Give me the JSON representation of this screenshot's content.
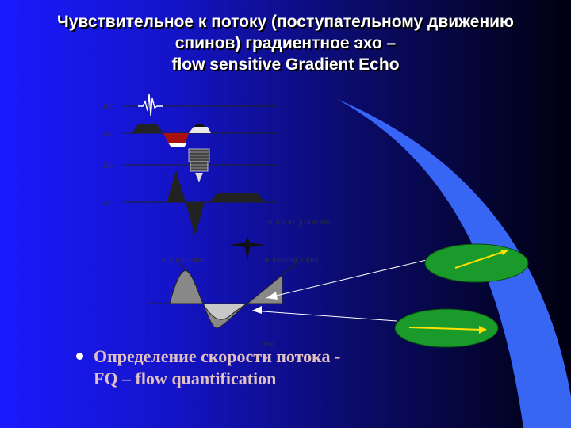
{
  "title": {
    "line1": "Чувствительное к потоку (поступательному движению",
    "line2": "спинов) градиентное эхо –",
    "line3": "flow sensitive Gradient Echo"
  },
  "bullet": {
    "line1": "Определение скорости потока -",
    "line2": "FQ – flow quantification"
  },
  "diagram": {
    "row_labels": [
      "RF",
      "Gs",
      "Gp",
      "Gr"
    ],
    "caption_bipolar": "Bipolar gradient",
    "caption_left": "φ stationary",
    "caption_right": "φ moving spins",
    "axis_label": "time"
  },
  "colors": {
    "accent_blue": "#3a6bff",
    "ellipse_green": "#1a9a2a",
    "arrow_yellow": "#ffe000",
    "gradient_dark": "#222222",
    "pulse_red": "#aa1010"
  }
}
